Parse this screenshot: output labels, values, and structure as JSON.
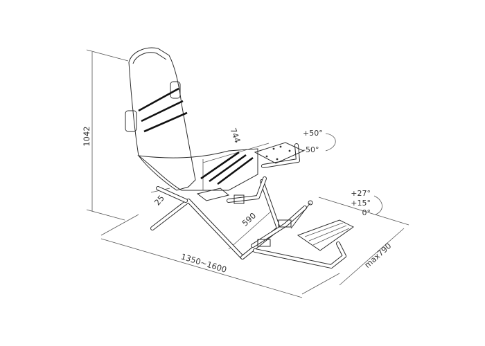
{
  "dimensions": {
    "height": "1042",
    "seat_width": "744",
    "recline": "25",
    "seat_depth": "590",
    "length": "1350~1600",
    "depth": "max790"
  },
  "wheel_tilt": [
    "+50°",
    "-50°"
  ],
  "pedal_tilt": [
    "+27°",
    "+15°",
    "0°"
  ]
}
